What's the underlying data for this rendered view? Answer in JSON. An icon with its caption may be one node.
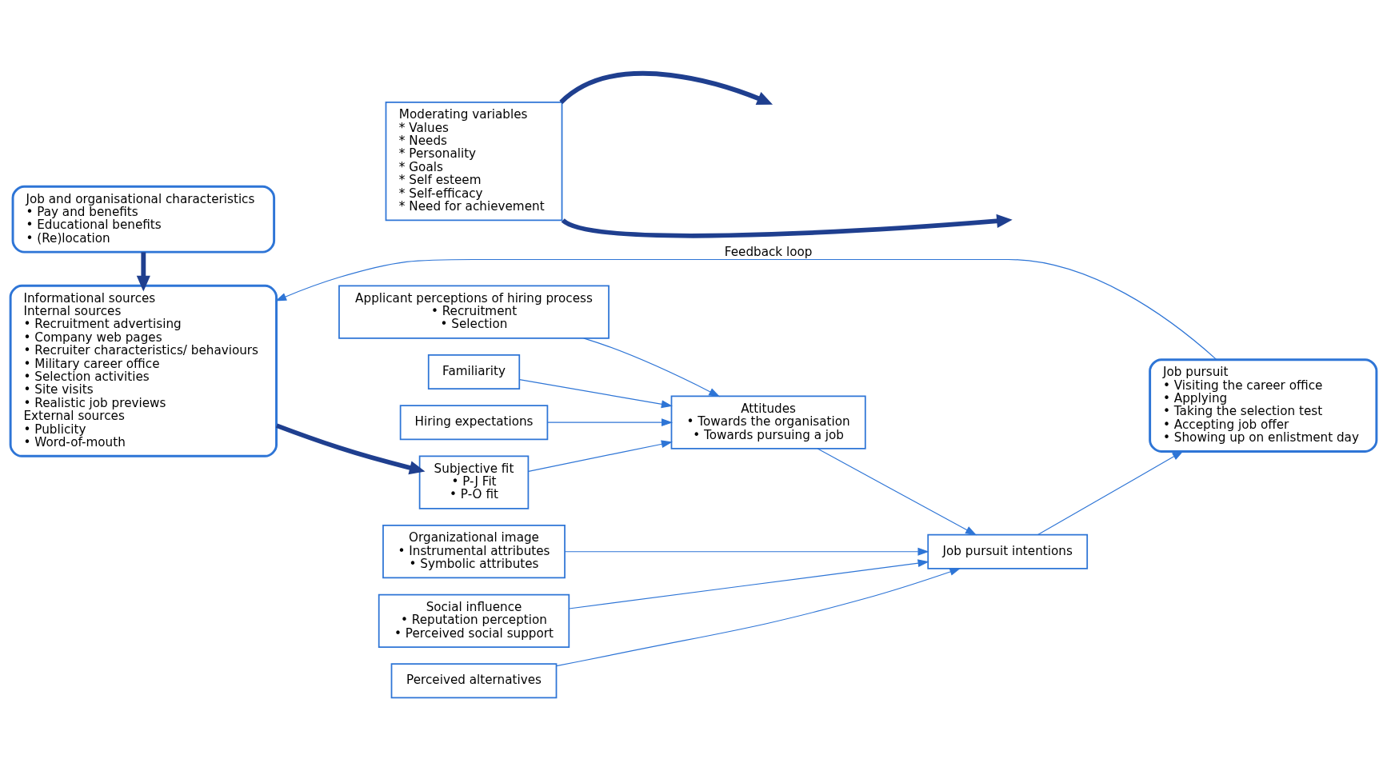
{
  "diagram": {
    "nodes": [
      {
        "text": [
          "Informational sources",
          "Internal sources",
          "• Recruitment advertising",
          "• Company web pages",
          "• Recruiter characteristics/ behaviours",
          "• Military career office",
          "• Selection activities",
          "• Site visits",
          "• Realistic job previews",
          "External sources",
          "• Publicity",
          "• Word-of-mouth"
        ]
      },
      {
        "text": [
          "Familiarity"
        ]
      },
      {
        "text": [
          "Hiring expectations"
        ]
      },
      {
        "text": [
          "Subjective fit",
          "• P-J Fit",
          "• P-O fit"
        ]
      },
      {
        "text": [
          "Applicant perceptions of hiring process",
          "• Recruitment",
          "• Selection"
        ]
      },
      {
        "text": [
          "Organizational image",
          "• Instrumental attributes",
          "• Symbolic attributes"
        ]
      },
      {
        "text": [
          "Social influence",
          "• Reputation perception",
          "• Perceived social support"
        ]
      },
      {
        "text": [
          "Perceived alternatives"
        ]
      },
      {
        "text": [
          "Attitudes",
          "• Towards the organisation",
          "• Towards pursuing a job"
        ]
      },
      {
        "text": [
          "Job pursuit intentions"
        ]
      },
      {
        "text": [
          "Job pursuit",
          "• Visiting the career office",
          "• Applying",
          "• Taking the selection test",
          "• Accepting job offer",
          "• Showing up on enlistment day"
        ]
      },
      {
        "text": [
          "Job and organisational characteristics",
          "• Pay and benefits",
          "• Educational benefits",
          "• (Re)location"
        ]
      },
      {
        "text": [
          "Moderating variables",
          "* Values",
          "* Needs",
          "* Personality",
          "* Goals",
          "* Self esteem",
          "* Self-efficacy",
          "* Need for achievement"
        ]
      }
    ],
    "edges": [
      {
        "from": 0,
        "to": 3,
        "arrow": "to",
        "style": "thick",
        "color": "#1f3f8f"
      },
      {
        "from": 11,
        "to": 0,
        "arrow": "to",
        "style": "thick",
        "color": "#1f3f8f"
      },
      {
        "from": 1,
        "to": 8,
        "arrow": "to"
      },
      {
        "from": 2,
        "to": 8,
        "arrow": "to"
      },
      {
        "from": 3,
        "to": 8,
        "arrow": "to"
      },
      {
        "from": 4,
        "to": 8,
        "arrow": "to"
      },
      {
        "from": 5,
        "to": 9,
        "arrow": "to"
      },
      {
        "from": 6,
        "to": 9,
        "arrow": "to"
      },
      {
        "from": 7,
        "to": 9,
        "arrow": "to"
      },
      {
        "from": 8,
        "to": 9,
        "arrow": "to"
      },
      {
        "from": 9,
        "to": 10,
        "arrow": "to"
      },
      {
        "from": 10,
        "to": 0,
        "arrow": "to",
        "label": "Feedback loop"
      },
      {
        "from": 12,
        "to": null,
        "arrow": "to",
        "style": "thick",
        "color": "#1f3f8f"
      },
      {
        "from": 12,
        "to": null,
        "arrow": "to",
        "style": "thick",
        "color": "#1f3f8f"
      }
    ]
  }
}
